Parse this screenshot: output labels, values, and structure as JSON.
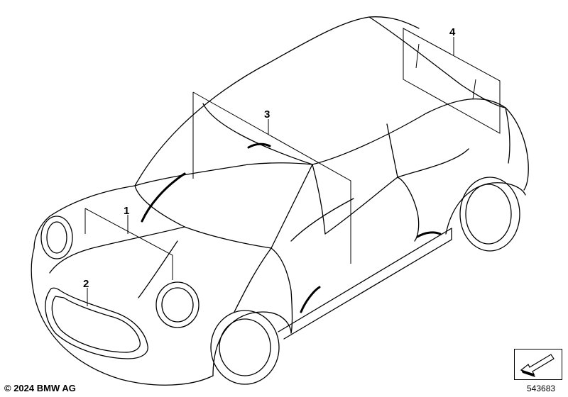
{
  "callouts": [
    {
      "id": "1",
      "label": "1"
    },
    {
      "id": "2",
      "label": "2"
    },
    {
      "id": "3",
      "label": "3"
    },
    {
      "id": "4",
      "label": "4"
    }
  ],
  "footer": {
    "copyright": "© 2024 BMW AG",
    "document_number": "543683"
  },
  "icons": {
    "navigation": "arrow-navigation-icon"
  }
}
